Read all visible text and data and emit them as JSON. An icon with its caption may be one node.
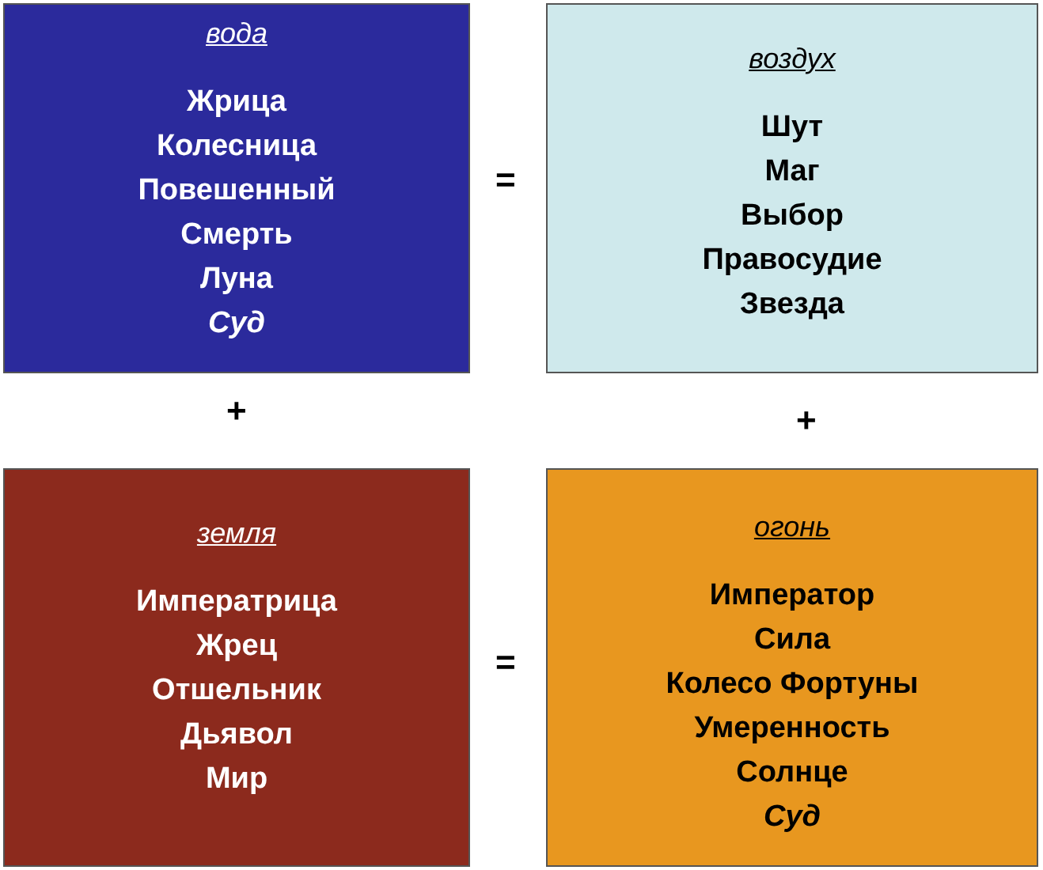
{
  "diagram": {
    "nodes": [
      {
        "text": [
          "вода",
          "Жрица",
          "Колесница",
          "Повешенный",
          "Смерть",
          "Луна",
          "*Суд*"
        ]
      },
      {
        "text": [
          "воздух",
          "Шут",
          "Маг",
          "Выбор",
          "Правосудие",
          "Звезда"
        ]
      },
      {
        "text": [
          "земля",
          "Императрица",
          "Жрец",
          "Отшельник",
          "Дьявол",
          "Мир"
        ]
      },
      {
        "text": [
          "огонь",
          "Император",
          "Сила",
          "Колесо Фортуны",
          "Умеренность",
          "Солнце",
          "*Суд*"
        ]
      }
    ],
    "labels": [
      "=",
      "+",
      "+",
      "="
    ]
  }
}
